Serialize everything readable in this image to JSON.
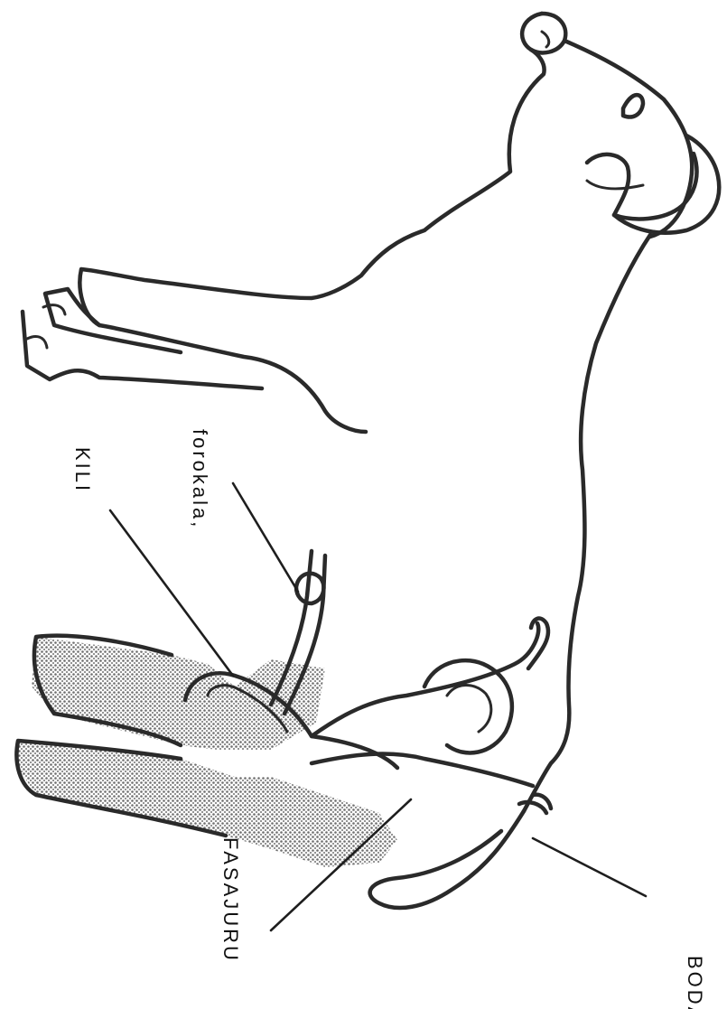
{
  "labels": {
    "forokala": "forokala,",
    "kili": "KILI",
    "fasajuru": "FASAJURU",
    "boda": "BODA"
  },
  "colors": {
    "ink": "#2a2a2a",
    "shading": "#6e6e6e",
    "background": "#ffffff"
  }
}
